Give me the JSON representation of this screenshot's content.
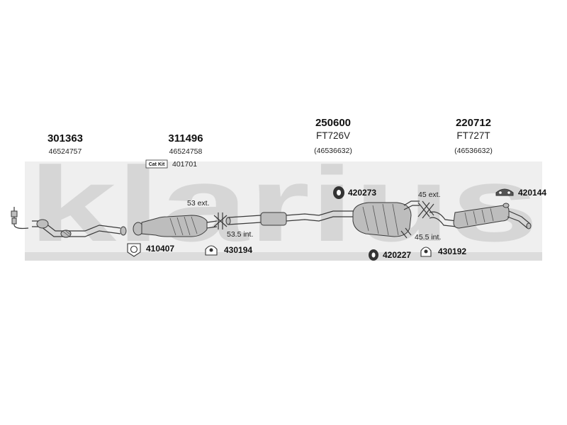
{
  "brand": {
    "watermark": "klarius"
  },
  "parts": [
    {
      "number": "301363",
      "oe": "46524757",
      "badge": "",
      "extra": ""
    },
    {
      "number": "311496",
      "oe": "46524758",
      "badge": "Cat Kit",
      "extra": "401701"
    },
    {
      "number": "250600",
      "oe": "FT726V",
      "badge": "",
      "extra": "(46536632)"
    },
    {
      "number": "220712",
      "oe": "FT727T",
      "badge": "",
      "extra": "(46536632)"
    }
  ],
  "hardware": [
    {
      "number": "410407",
      "icon": "gasket-icon"
    },
    {
      "number": "430194",
      "icon": "mounting-rubber-icon"
    },
    {
      "number": "420273",
      "icon": "rubber-ring-icon"
    },
    {
      "number": "420227",
      "icon": "rubber-ring-icon"
    },
    {
      "number": "430192",
      "icon": "mounting-rubber-icon"
    },
    {
      "number": "420144",
      "icon": "hanger-icon"
    }
  ],
  "dimensions": [
    {
      "label": "53 ext."
    },
    {
      "label": "53.5 int."
    },
    {
      "label": "45 ext."
    },
    {
      "label": "45.5 int."
    }
  ]
}
